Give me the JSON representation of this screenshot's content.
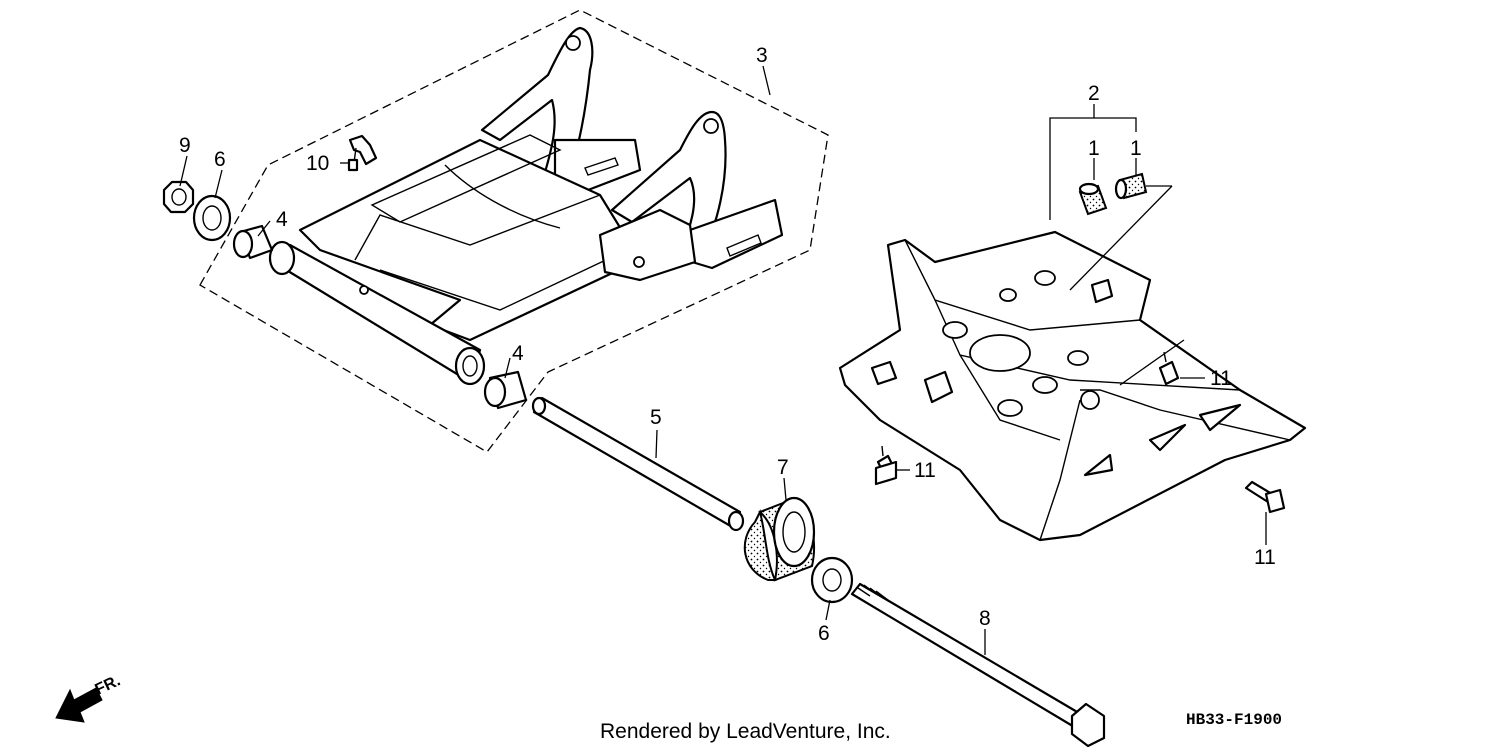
{
  "callouts": {
    "c1a": "1",
    "c1b": "1",
    "c2": "2",
    "c3": "3",
    "c4a": "4",
    "c4b": "4",
    "c5": "5",
    "c6a": "6",
    "c6b": "6",
    "c7": "7",
    "c8": "8",
    "c9": "9",
    "c10": "10",
    "c11a": "11",
    "c11b": "11",
    "c11c": "11"
  },
  "direction": {
    "label": "FR."
  },
  "footer": {
    "credit": "Rendered by LeadVenture, Inc.",
    "code": "HB33-F1900"
  }
}
